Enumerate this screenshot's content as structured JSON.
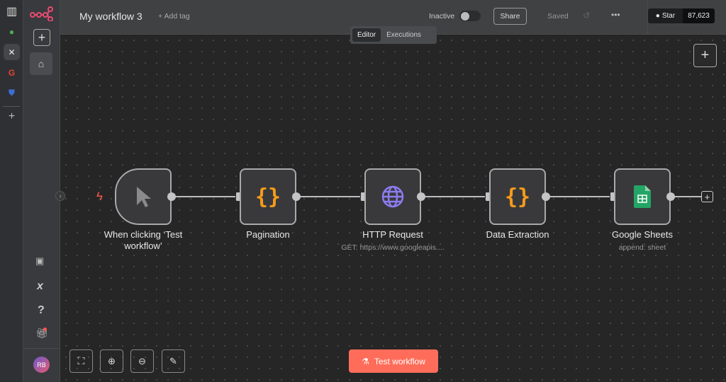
{
  "header": {
    "title": "My workflow 3",
    "add_tag": "+ Add tag",
    "status": "Inactive",
    "share": "Share",
    "saved": "Saved",
    "github_star": "Star",
    "github_count": "87,623"
  },
  "tabs": [
    {
      "label": "Editor",
      "active": true
    },
    {
      "label": "Executions",
      "active": false
    }
  ],
  "nodes": [
    {
      "name": "When clicking ‘Test workflow’",
      "icon": "cursor-icon"
    },
    {
      "name": "Pagination",
      "icon": "braces-icon"
    },
    {
      "name": "HTTP Request",
      "subtitle": "GET: https://www.googleapis....",
      "icon": "globe-icon"
    },
    {
      "name": "Data Extraction",
      "icon": "braces-icon"
    },
    {
      "name": "Google Sheets",
      "subtitle": "append: sheet",
      "icon": "sheets-icon"
    }
  ],
  "user": {
    "initials": "RB"
  },
  "test_button": "Test workflow",
  "colors": {
    "accent": "#ff6d5a",
    "brace": "#f59b1c",
    "globe": "#8b7cf0",
    "sheets": "#23a566"
  }
}
